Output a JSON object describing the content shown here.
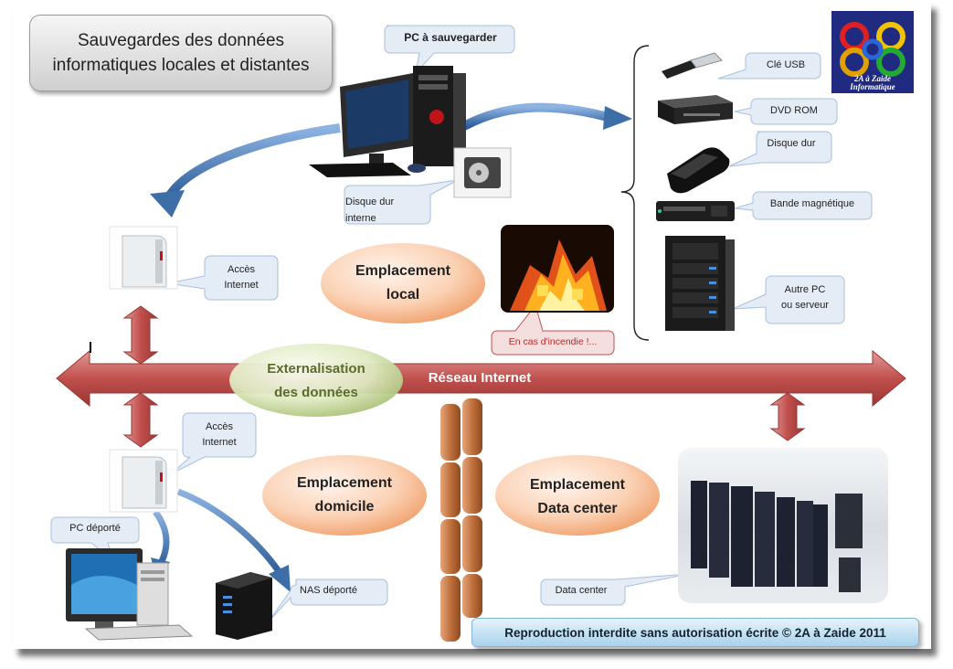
{
  "title": {
    "line1": "Sauvegardes des données",
    "line2": "informatiques locales et distantes"
  },
  "callouts": {
    "pc_to_backup": "PC à sauvegarder",
    "internal_disk_1": "Disque dur",
    "internal_disk_2": "interne",
    "usb_key": "Clé USB",
    "dvd_rom": "DVD ROM",
    "hard_disk": "Disque dur",
    "tape": "Bande magnétique",
    "other_pc_1": "Autre PC",
    "other_pc_2": "ou serveur",
    "internet_access_top_1": "Accès",
    "internet_access_top_2": "Internet",
    "internet_access_bottom_1": "Accès",
    "internet_access_bottom_2": "Internet",
    "fire": "En cas d'incendie !...",
    "remote_pc": "PC déporté",
    "remote_nas": "NAS déporté",
    "data_center": "Data center"
  },
  "locations": {
    "local_1": "Emplacement",
    "local_2": "local",
    "home_1": "Emplacement",
    "home_2": "domicile",
    "dc_1": "Emplacement",
    "dc_2": "Data center",
    "outsourcing_1": "Externalisation",
    "outsourcing_2": "des données"
  },
  "network_label": "Réseau Internet",
  "logo_text_1": "2A à Zaide",
  "logo_text_2": "Informatique",
  "footer": "Reproduction interdite sans autorisation écrite © 2A à Zaide 2011",
  "colors": {
    "network_arrow": "#c0504d",
    "callout_fill": "#e4ecf6",
    "oval_fill": "#f4b183",
    "outsourcing_fill": "#c3d69b",
    "curve_arrow": "#4f81bd",
    "firewall": "#c0703c"
  }
}
